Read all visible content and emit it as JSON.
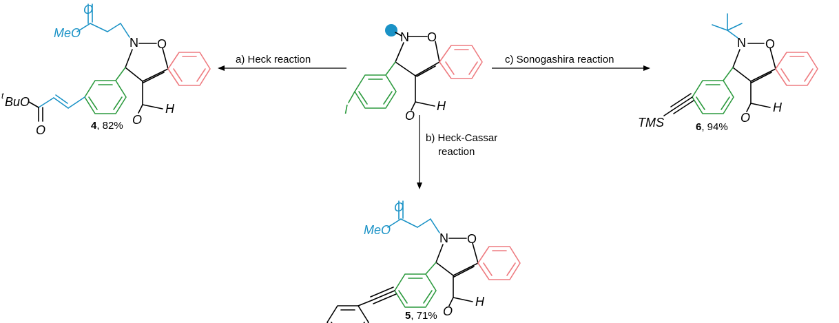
{
  "reactions": {
    "a": "a) Heck reaction",
    "b_line1": "b) Heck-Cassar",
    "b_line2": "reaction",
    "c": "c) Sonogashira reaction"
  },
  "atoms": {
    "N": "N",
    "O": "O",
    "H": "H",
    "I": "I",
    "MeO": "MeO",
    "tBu_sup": "t",
    "tBuO": "BuO",
    "TMS": "TMS"
  },
  "products": [
    {
      "number": "4",
      "yield": ", 82%"
    },
    {
      "number": "5",
      "yield": ", 71%"
    },
    {
      "number": "6",
      "yield": ", 94%"
    }
  ],
  "colors": {
    "blue": "#1a92c6",
    "green": "#2c9a3e",
    "red": "#ee7b80"
  }
}
